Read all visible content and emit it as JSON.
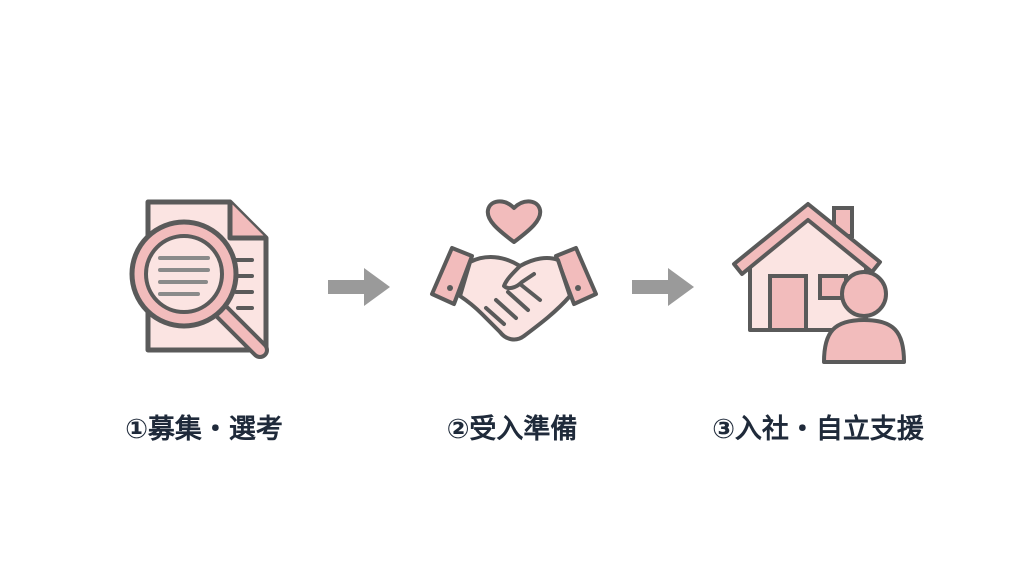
{
  "colors": {
    "pink_fill": "#f2bcbc",
    "light_pink": "#fbe4e2",
    "outline": "#5a5a5a",
    "arrow": "#9a9a9a",
    "label_text": "#1f2a3a",
    "background": "#ffffff"
  },
  "steps": [
    {
      "label": "①募集・選考",
      "icon": "document-magnifier-icon"
    },
    {
      "label": "②受入準備",
      "icon": "handshake-heart-icon"
    },
    {
      "label": "③入社・自立支援",
      "icon": "house-person-icon"
    }
  ],
  "connectors": [
    "arrow-right-icon",
    "arrow-right-icon"
  ]
}
